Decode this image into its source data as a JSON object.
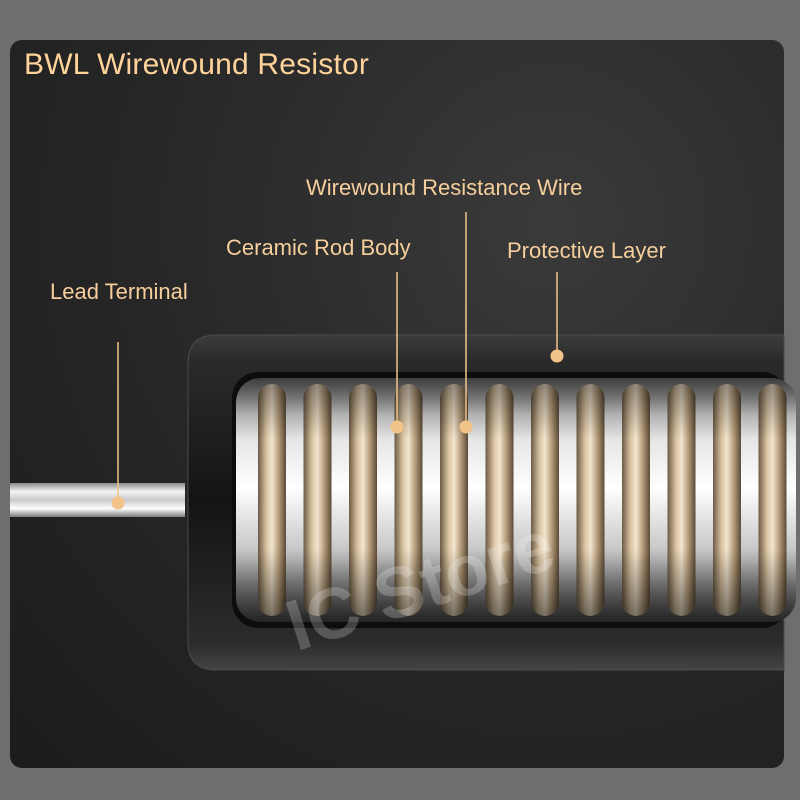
{
  "title": "BWL Wirewound Resistor",
  "labels": {
    "lead_terminal": "Lead Terminal",
    "ceramic_rod_body": "Ceramic Rod Body",
    "wirewound_resistance_wire": "Wirewound Resistance Wire",
    "protective_layer": "Protective Layer"
  },
  "watermark": "IC Store",
  "colors": {
    "label_text": "#f6cf9c",
    "marker": "#f3c489",
    "background": "#232323"
  }
}
